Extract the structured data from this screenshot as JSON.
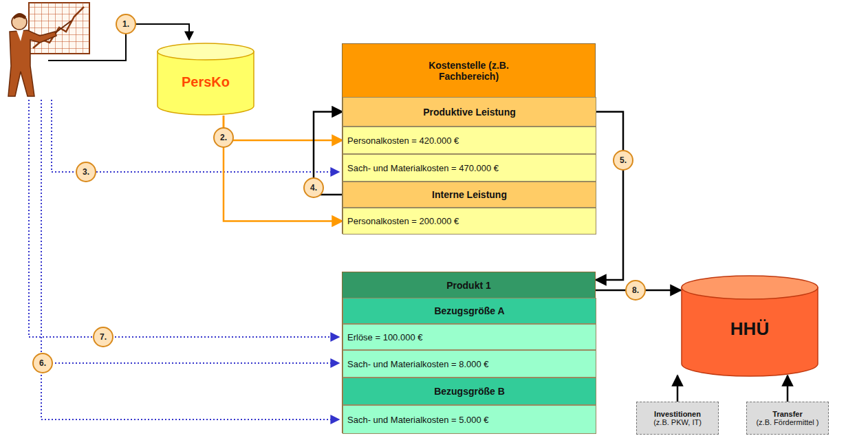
{
  "diagram": {
    "nodes": [
      {
        "text": [
          "PersKo"
        ]
      },
      {
        "text": [
          "Kostenstelle (z.B. Fachbereich)"
        ]
      },
      {
        "text": [
          "Produktive Leistung"
        ],
        "in": 1
      },
      {
        "text": [
          "Personalkosten = 420.000 €"
        ],
        "in": 1
      },
      {
        "text": [
          "Sach- und Materialkosten = 470.000 €"
        ],
        "in": 1
      },
      {
        "text": [
          "Interne Leistung"
        ],
        "in": 1
      },
      {
        "text": [
          "Personalkosten = 200.000 €"
        ],
        "in": 1
      },
      {
        "text": [
          "Produkt 1"
        ]
      },
      {
        "text": [
          "Bezugsgröße A"
        ],
        "in": 7
      },
      {
        "text": [
          "Erlöse = 100.000 €"
        ],
        "in": 7
      },
      {
        "text": [
          "Sach- und Materialkosten = 8.000 €"
        ],
        "in": 7
      },
      {
        "text": [
          "Bezugsgröße B"
        ],
        "in": 7
      },
      {
        "text": [
          "Sach- und Materialkosten = 5.000 €"
        ],
        "in": 7
      },
      {
        "text": [
          "HHÜ"
        ]
      },
      {
        "text": [
          "Investitionen",
          "(z.B. PKW, IT)"
        ]
      },
      {
        "text": [
          "Transfer",
          "(z.B. Fördermittel )"
        ]
      }
    ],
    "edges": [
      {
        "from": 0,
        "to": 3,
        "arrow": "to",
        "label": "2."
      },
      {
        "from": 0,
        "to": 6,
        "arrow": "to"
      },
      {
        "from": 5,
        "to": 2,
        "arrow": "to",
        "label": "4."
      },
      {
        "from": 2,
        "to": 7,
        "arrow": "to",
        "label": "5."
      },
      {
        "from": 7,
        "to": 13,
        "arrow": "to",
        "label": "8."
      },
      {
        "from": 14,
        "to": 13,
        "arrow": "to"
      },
      {
        "from": 15,
        "to": 13,
        "arrow": "to"
      }
    ],
    "labels": [
      "1.",
      "3.",
      "6.",
      "7."
    ]
  }
}
